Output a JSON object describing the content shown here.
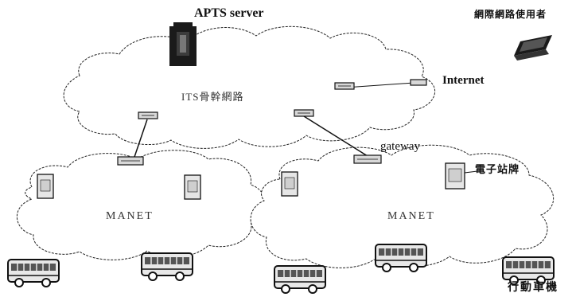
{
  "labels": {
    "server": "APTS server",
    "internet_user": "網際網路使用者",
    "internet": "Internet",
    "backbone": "ITS骨幹網路",
    "gateway": "gateway",
    "e_station": "電子站牌",
    "manet_left": "MANET",
    "manet_right": "MANET",
    "vehicle": "行動車機"
  },
  "colors": {
    "ink": "#111111",
    "device_fill": "#d8d8d8",
    "cloud_fill": "#ffffff"
  },
  "icons": {
    "server": "server-tower-icon",
    "laptop": "laptop-icon",
    "router": "router-icon",
    "stop": "bus-stop-terminal-icon",
    "bus": "bus-icon"
  }
}
